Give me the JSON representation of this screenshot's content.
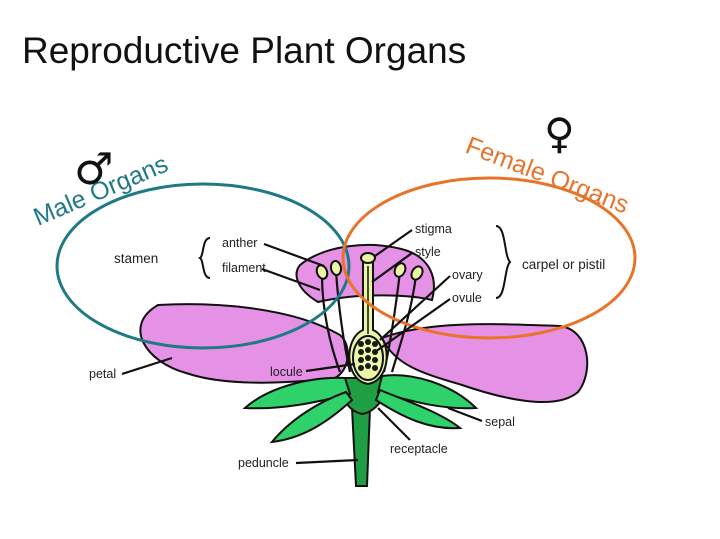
{
  "title": "Reproductive Plant Organs",
  "colors": {
    "male": "#1f7a86",
    "female": "#e8732a",
    "petal": "#e592e6",
    "sepal": "#2fd16a",
    "pistil": "#eaf5a8",
    "receptacle": "#1f9e43"
  },
  "groups": {
    "male": {
      "label": "Male Organs",
      "symbol": "♂"
    },
    "female": {
      "label": "Female Organs",
      "symbol": "♀"
    }
  },
  "labels": {
    "stamen": "stamen",
    "anther": "anther",
    "filament": "filament",
    "stigma": "stigma",
    "style": "style",
    "ovary": "ovary",
    "ovule": "ovule",
    "carpel": "carpel or pistil",
    "petal": "petal",
    "locule": "locule",
    "sepal": "sepal",
    "receptacle": "receptacle",
    "peduncle": "peduncle"
  }
}
